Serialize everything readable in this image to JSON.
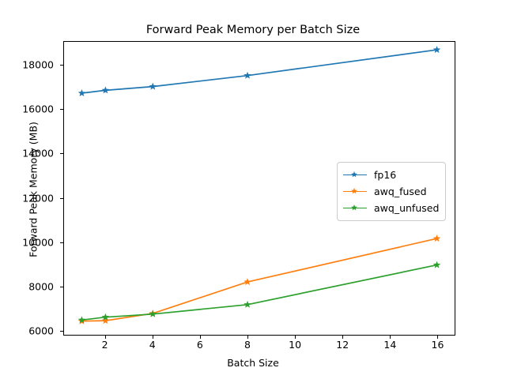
{
  "chart_data": {
    "type": "line",
    "title": "Forward Peak Memory per Batch Size",
    "xlabel": "Batch Size",
    "ylabel": "Forward Peak Memory (MB)",
    "x": [
      1,
      2,
      4,
      8,
      16
    ],
    "xlim": [
      0.25,
      16.75
    ],
    "ylim": [
      5780,
      19080
    ],
    "xticks": [
      2,
      4,
      6,
      8,
      10,
      12,
      14,
      16
    ],
    "yticks": [
      6000,
      8000,
      10000,
      12000,
      14000,
      16000,
      18000
    ],
    "grid": false,
    "legend_position": "center right",
    "marker": "star",
    "series": [
      {
        "name": "fp16",
        "color": "#1f77b4",
        "values": [
          16750,
          16880,
          17050,
          17550,
          18720
        ]
      },
      {
        "name": "awq_fused",
        "color": "#ff7f0e",
        "values": [
          6400,
          6420,
          6750,
          8180,
          10150
        ]
      },
      {
        "name": "awq_unfused",
        "color": "#2ca02c",
        "values": [
          6450,
          6580,
          6720,
          7150,
          8950
        ]
      }
    ]
  }
}
